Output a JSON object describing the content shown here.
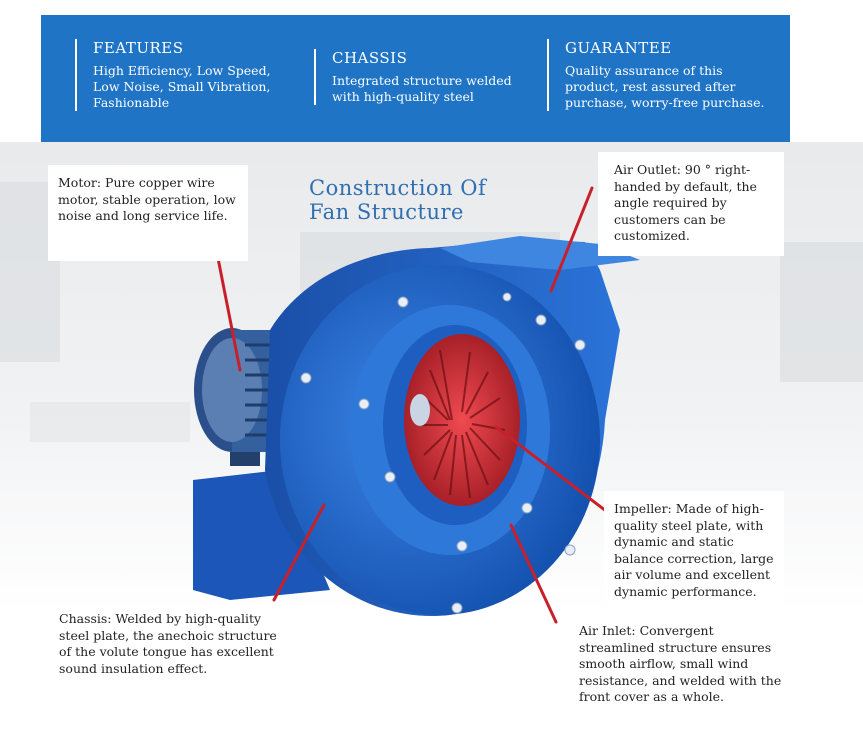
{
  "banner": {
    "features": {
      "heading": "FEATURES",
      "text": "High Efficiency, Low Speed, Low Noise, Small Vibration, Fashionable"
    },
    "chassis": {
      "heading": "CHASSIS",
      "text": "Integrated structure welded with high-quality steel"
    },
    "guarantee": {
      "heading": "GUARANTEE",
      "text": "Quality assurance of this product, rest assured after purchase, worry-free purchase."
    }
  },
  "title": {
    "line1": "Construction Of",
    "line2": "Fan Structure"
  },
  "callouts": {
    "motor": "Motor: Pure copper wire motor, stable operation, low noise and long service life.",
    "air_outlet": "Air Outlet: 90 ° right-handed by default, the angle required by customers can be customized.",
    "impeller": "Impeller: Made of high-quality steel plate, with dynamic and static balance correction, large air volume and excellent dynamic performance.",
    "chassis": "Chassis: Welded by high-quality steel plate, the anechoic structure of the volute tongue has excellent sound insulation effect.",
    "air_inlet": "Air Inlet: Convergent streamlined structure ensures smooth airflow, small wind resistance, and welded with the front cover as a whole."
  },
  "colors": {
    "banner": "#1f74c6",
    "fan_blue": "#1f63c8",
    "impeller_red": "#d8343c",
    "leader_line": "#c8202a",
    "title": "#2f6fb0"
  }
}
